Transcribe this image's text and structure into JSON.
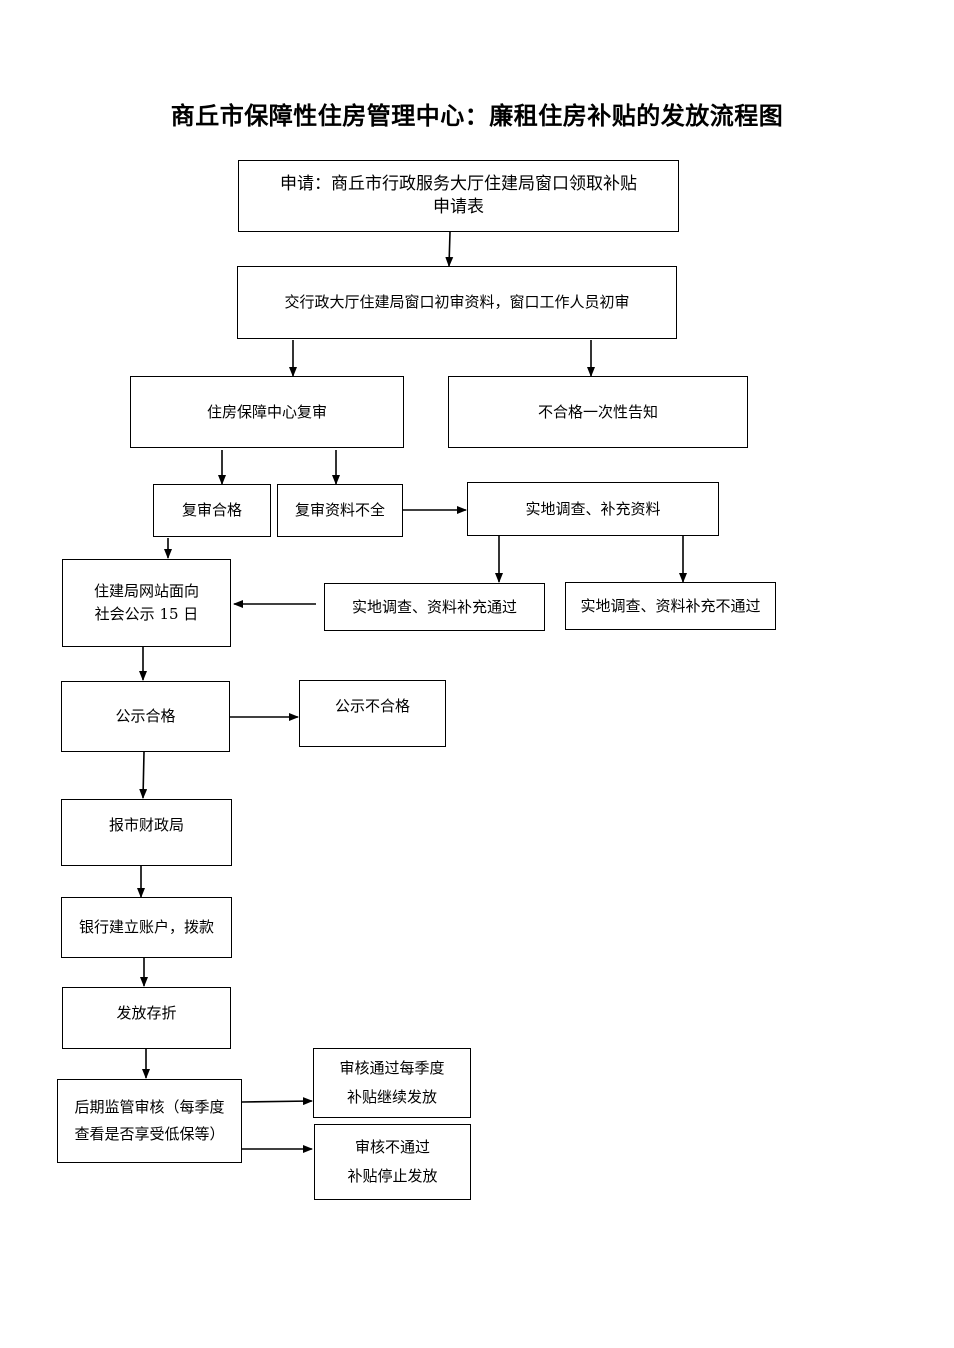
{
  "title": "商丘市保障性住房管理中心：廉租住房补贴的发放流程图",
  "nodes": {
    "apply": {
      "line1": "申请：商丘市行政服务大厅住建局窗口领取补贴",
      "line2": "申请表"
    },
    "submit": "交行政大厅住建局窗口初审资料，窗口工作人员初审",
    "center_review": "住房保障中心复审",
    "unqualified_notice": "不合格一次性告知",
    "review_pass": "复审合格",
    "review_incomplete": "复审资料不全",
    "field_investigation": "实地调查、补充资料",
    "investigation_pass": "实地调查、资料补充通过",
    "investigation_fail": "实地调查、资料补充不通过",
    "public_notice": {
      "line1": "住建局网站面向",
      "line2": "社会公示 15 日"
    },
    "notice_pass": "公示合格",
    "notice_fail": "公示不合格",
    "report_finance": "报市财政局",
    "bank_account": "银行建立账户，拨款",
    "issue_passbook": "发放存折",
    "supervision": {
      "line1": "后期监管审核（每季度",
      "line2": "查看是否享受低保等）"
    },
    "audit_pass": {
      "line1": "审核通过每季度",
      "line2": "补贴继续发放"
    },
    "audit_fail": {
      "line1": "审核不通过",
      "line2": "补贴停止发放"
    }
  }
}
